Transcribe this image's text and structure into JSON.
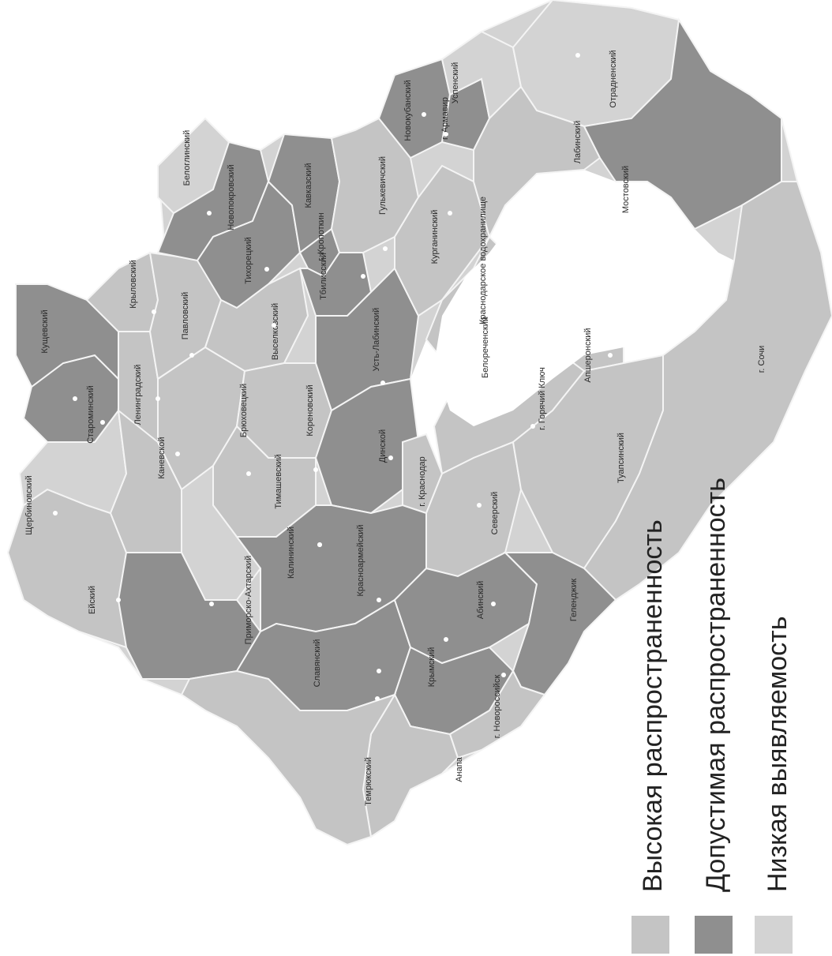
{
  "colors": {
    "high": "#c4c4c4",
    "medium": "#8f8f8f",
    "low": "#d3d3d3",
    "reservoir": "#ffffff",
    "border": "#f4f4f4"
  },
  "legend": [
    {
      "label": "Высокая распространенность",
      "level": "high"
    },
    {
      "label": "Допустимая распространенность",
      "level": "medium"
    },
    {
      "label": "Низкая выявляемость",
      "level": "low"
    }
  ],
  "reservoir_label": "Краснодарское водохранилище",
  "districts": [
    {
      "name": "Ейский",
      "level": "high"
    },
    {
      "name": "Щербиновский",
      "level": "low"
    },
    {
      "name": "Староминский",
      "level": "medium"
    },
    {
      "name": "Кущевский",
      "level": "medium"
    },
    {
      "name": "Крыловский",
      "level": "high"
    },
    {
      "name": "Ленинградский",
      "level": "high"
    },
    {
      "name": "Каневской",
      "level": "high"
    },
    {
      "name": "Павловский",
      "level": "high"
    },
    {
      "name": "Белоглинский",
      "level": "low"
    },
    {
      "name": "Новопокровский",
      "level": "medium"
    },
    {
      "name": "Тихорецкий",
      "level": "medium"
    },
    {
      "name": "Выселковский",
      "level": "high"
    },
    {
      "name": "Брюховецкий",
      "level": "high"
    },
    {
      "name": "Кореновский",
      "level": "high"
    },
    {
      "name": "Тимашевский",
      "level": "high"
    },
    {
      "name": "Калининский",
      "level": "low"
    },
    {
      "name": "Приморско-Ахтарский",
      "level": "medium"
    },
    {
      "name": "Кавказский",
      "level": "medium"
    },
    {
      "name": "г. Кропоткин",
      "level": "medium"
    },
    {
      "name": "Тбилисский",
      "level": "medium"
    },
    {
      "name": "Усть-Лабинский",
      "level": "medium"
    },
    {
      "name": "Динской",
      "level": "medium"
    },
    {
      "name": "г. Краснодар",
      "level": "high"
    },
    {
      "name": "Гулькевичский",
      "level": "high"
    },
    {
      "name": "Курганинский",
      "level": "high"
    },
    {
      "name": "Новокубанский",
      "level": "medium"
    },
    {
      "name": "г. Армавир",
      "level": "medium"
    },
    {
      "name": "Успенский",
      "level": "low"
    },
    {
      "name": "Отрадненский",
      "level": "low"
    },
    {
      "name": "Лабинский",
      "level": "high"
    },
    {
      "name": "Мостовский",
      "level": "medium"
    },
    {
      "name": "Белореченский",
      "level": "high"
    },
    {
      "name": "Апшеронский",
      "level": "high"
    },
    {
      "name": "г. Горячий Ключ",
      "level": "high"
    },
    {
      "name": "Северский",
      "level": "high"
    },
    {
      "name": "Туапсинский",
      "level": "high"
    },
    {
      "name": "г. Сочи",
      "level": "high"
    },
    {
      "name": "Красноармейский",
      "level": "medium"
    },
    {
      "name": "Славянский",
      "level": "medium"
    },
    {
      "name": "Абинский",
      "level": "medium"
    },
    {
      "name": "Крымский",
      "level": "medium"
    },
    {
      "name": "Геленджик",
      "level": "medium"
    },
    {
      "name": "г. Новороссийск",
      "level": "high"
    },
    {
      "name": "Анапа",
      "level": "high"
    },
    {
      "name": "Темрюкский",
      "level": "high"
    }
  ]
}
